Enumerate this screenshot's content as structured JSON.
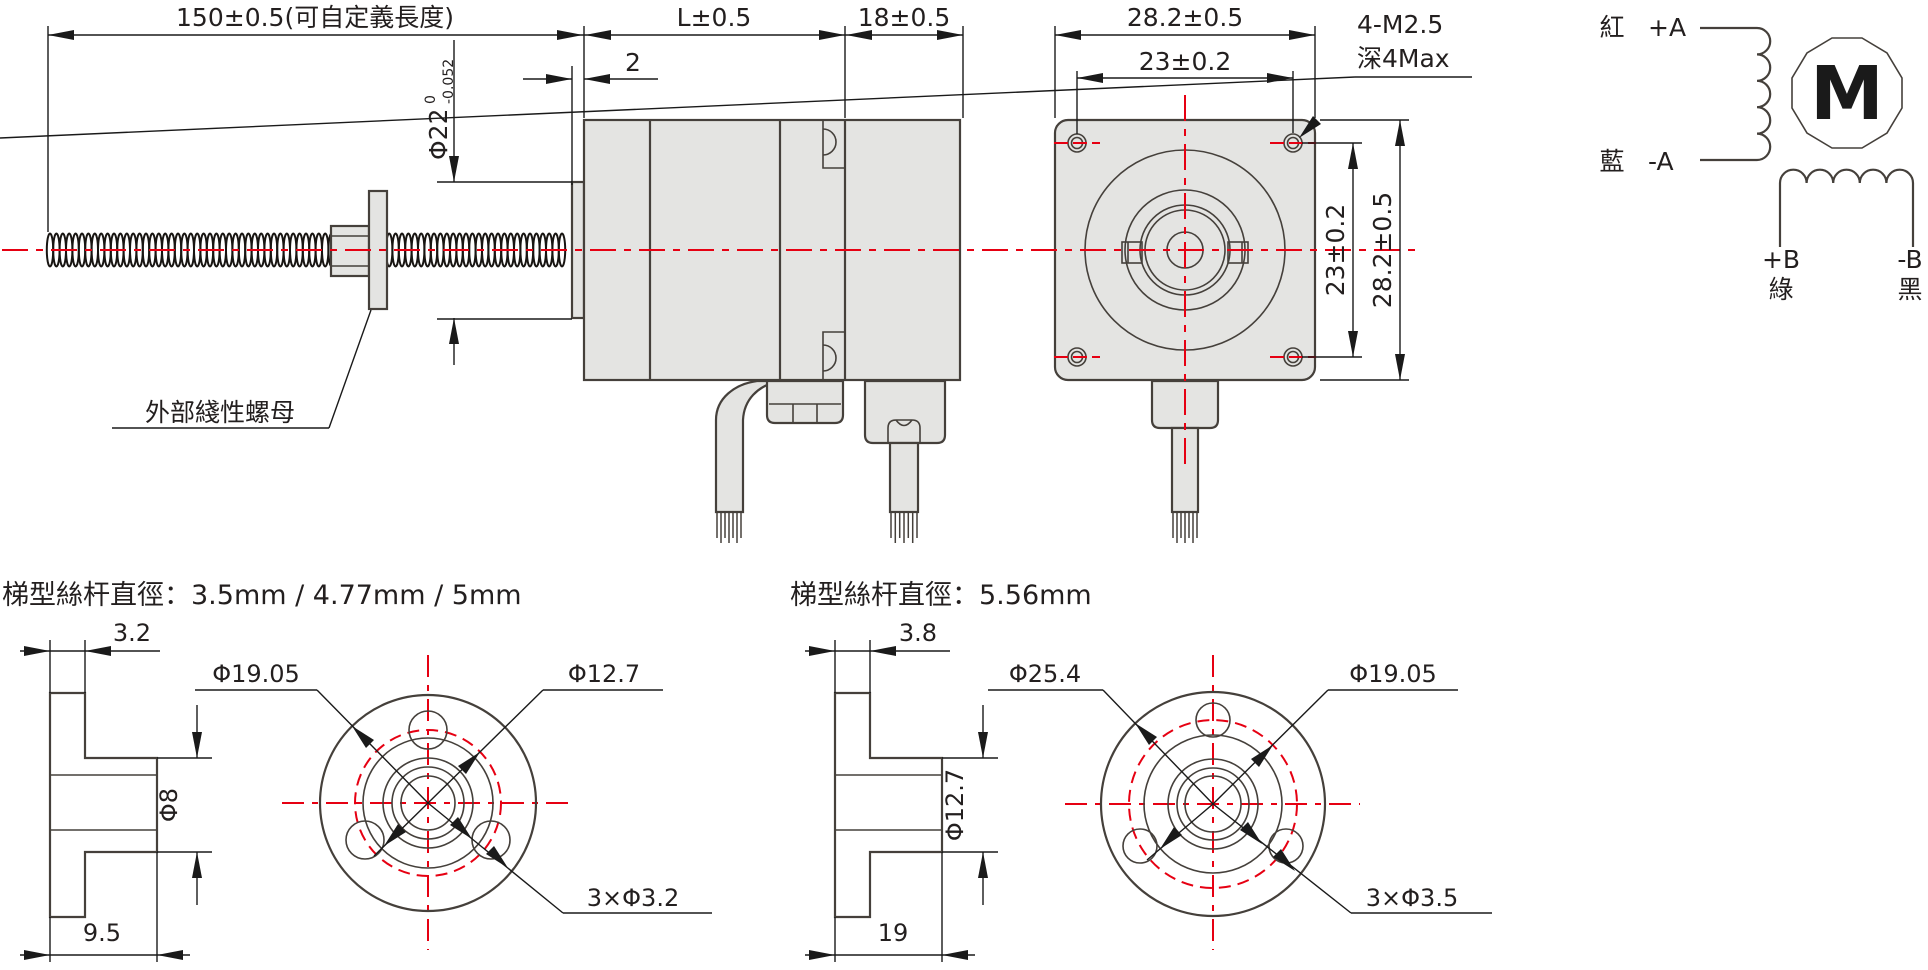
{
  "side_view": {
    "screw_length": "150±0.5(可自定義長度)",
    "body_length": "L±0.5",
    "rear_length": "18±0.5",
    "boss_length": "2",
    "boss_diameter": "Φ22",
    "boss_tol_upper": "0",
    "boss_tol_lower": "-0.052",
    "nut_label": "外部綫性螺母"
  },
  "front_view": {
    "width": "28.2±0.5",
    "hole_spacing_h": "23±0.2",
    "hole_spacing_v": "23±0.2",
    "height": "28.2±0.5",
    "mount_note_line1": "4-M2.5",
    "mount_note_line2": "深4Max"
  },
  "wiring": {
    "phase_a_pos_color": "紅",
    "phase_a_pos": "+A",
    "phase_a_neg_color": "藍",
    "phase_a_neg": "-A",
    "motor_symbol": "M",
    "phase_b_pos": "+B",
    "phase_b_pos_color": "綠",
    "phase_b_neg": "-B",
    "phase_b_neg_color": "黑"
  },
  "nut_small": {
    "title": "梯型絲杆直徑：3.5mm / 4.77mm / 5mm",
    "flange_thickness": "3.2",
    "bore_diameter": "Φ8",
    "hub_length": "9.5",
    "flange_diameter": "Φ19.05",
    "bolt_circle_diameter": "Φ12.7",
    "mount_holes": "3×Φ3.2"
  },
  "nut_large": {
    "title": "梯型絲杆直徑：5.56mm",
    "flange_thickness": "3.8",
    "bore_diameter": "Φ12.7",
    "hub_length": "19",
    "flange_diameter": "Φ25.4",
    "bolt_circle_diameter": "Φ19.05",
    "mount_holes": "3×Φ3.5"
  },
  "colors": {
    "centerline": "#e60012",
    "outline": "#45403b",
    "dimension": "#1a1a1a",
    "body_fill": "#e4e4e2"
  }
}
